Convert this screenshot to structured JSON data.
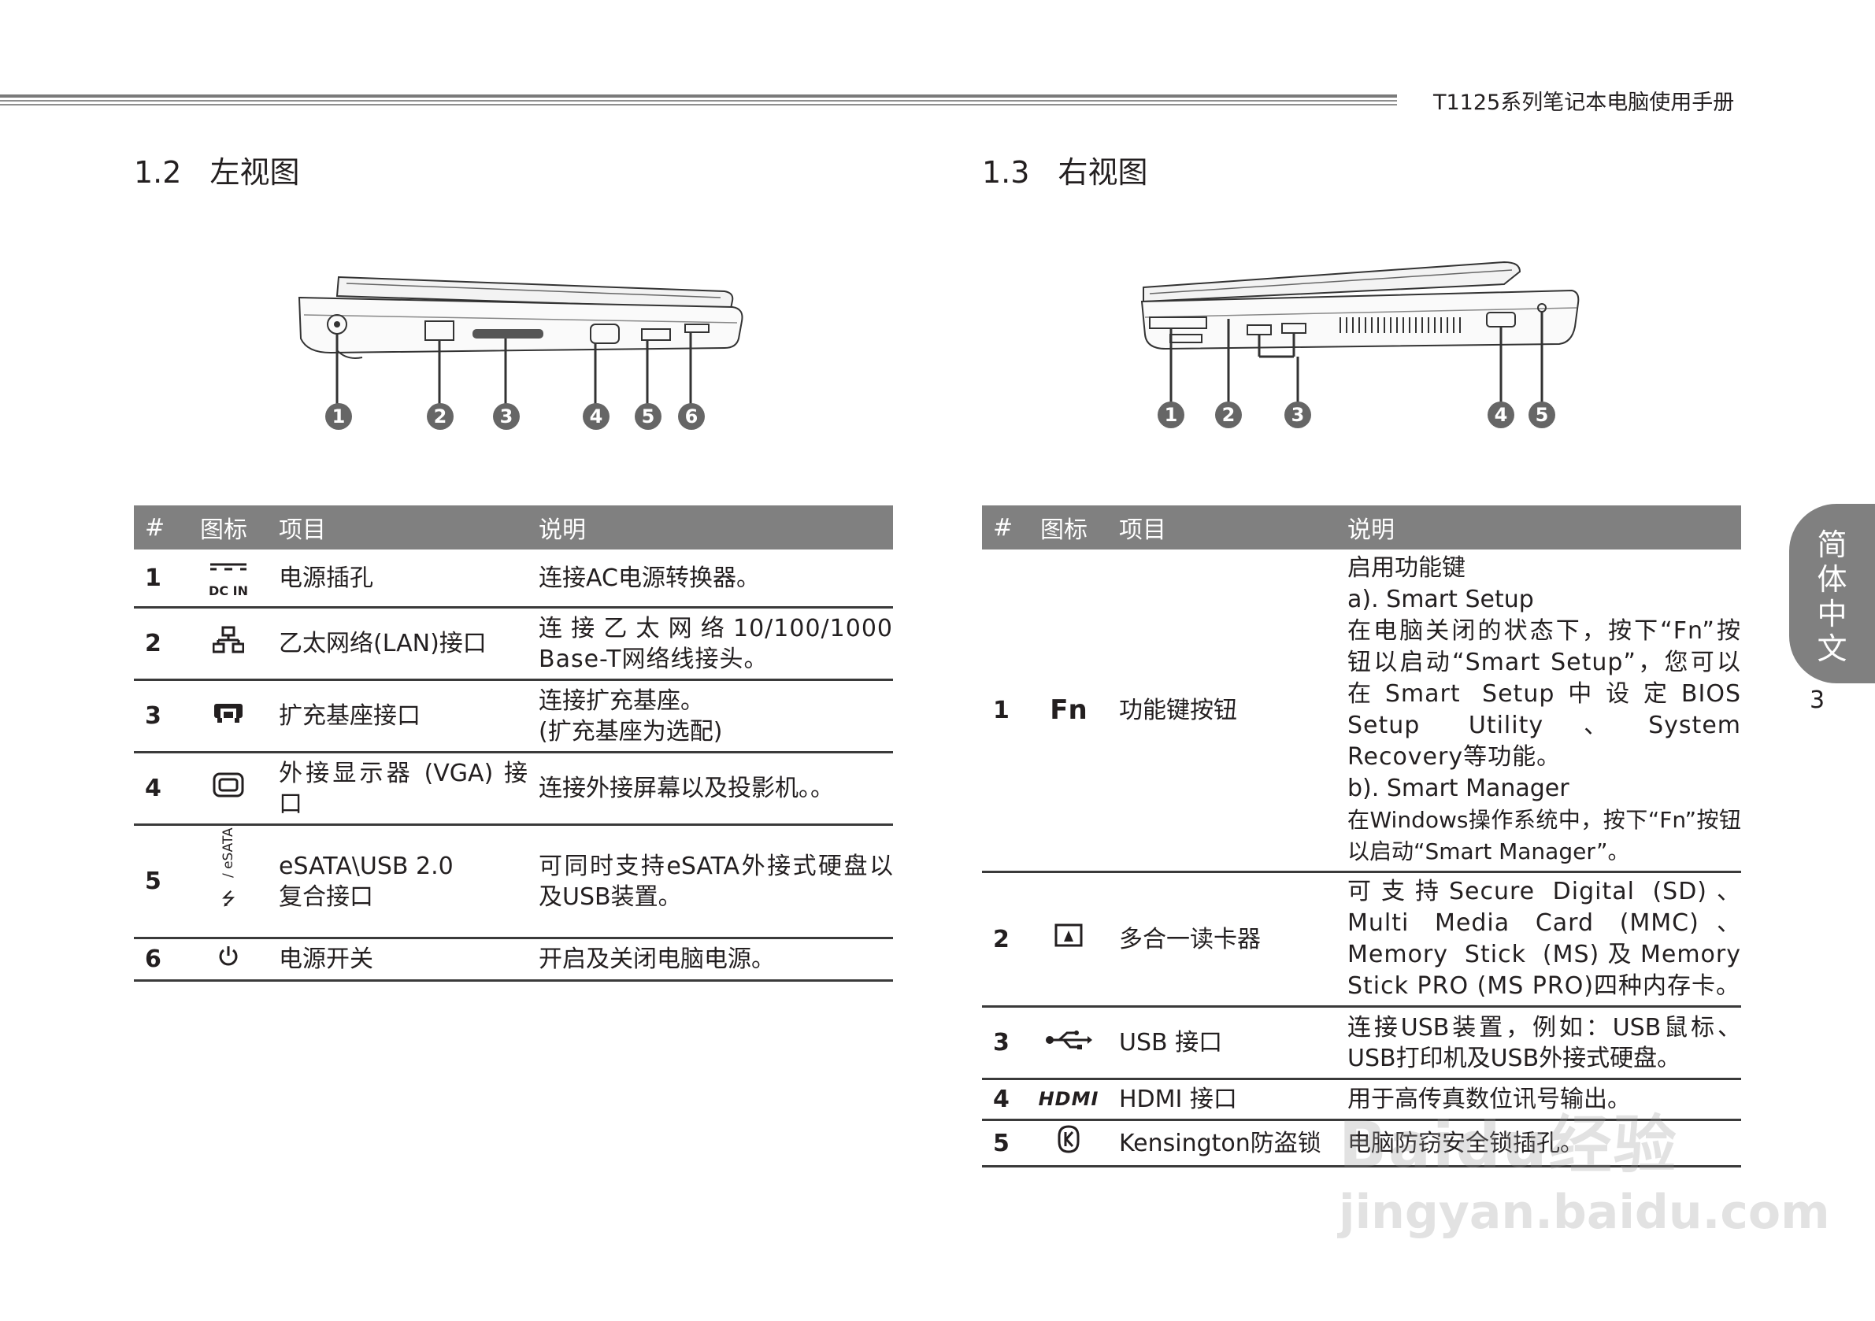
{
  "header": {
    "manual_title": "T1125系列笔记本电脑使用手册"
  },
  "left_section": {
    "number": "1.2",
    "title": "左视图",
    "callouts": [
      "1",
      "2",
      "3",
      "4",
      "5",
      "6"
    ],
    "columns": [
      "#",
      "图标",
      "项目",
      "说明"
    ],
    "rows": [
      {
        "num": "1",
        "icon": "dc-in-icon",
        "item": "电源插孔",
        "desc": "连接AC电源转换器。"
      },
      {
        "num": "2",
        "icon": "lan-icon",
        "item": "乙太网络(LAN)接口",
        "desc": "连接乙太网络10/100/1000 Base-T网络线接头。"
      },
      {
        "num": "3",
        "icon": "dock-icon",
        "item": "扩充基座接口",
        "desc": "连接扩充基座。",
        "desc2": "(扩充基座为选配)"
      },
      {
        "num": "4",
        "icon": "vga-icon",
        "item": "外接显示器 (VGA) 接口",
        "desc": "连接外接屏幕以及投影机。。"
      },
      {
        "num": "5",
        "icon": "esata-usb-icon",
        "item": "eSATA\\USB 2.0",
        "item2": "复合接口",
        "desc": "可同时支持eSATA外接式硬盘以及USB装置。"
      },
      {
        "num": "6",
        "icon": "power-icon",
        "item": "电源开关",
        "desc": "开启及关闭电脑电源。"
      }
    ],
    "icon_labels": {
      "dc_in": "DC IN",
      "esata": "/ eSATA"
    }
  },
  "right_section": {
    "number": "1.3",
    "title": "右视图",
    "callouts": [
      "1",
      "2",
      "3",
      "4",
      "5"
    ],
    "columns": [
      "#",
      "图标",
      "项目",
      "说明"
    ],
    "rows": [
      {
        "num": "1",
        "icon_text": "Fn",
        "item": "功能键按钮",
        "desc_lines": [
          "启用功能键",
          "a). Smart Setup",
          "在电脑关闭的状态下，按下“Fn”按钮以启动“Smart Setup”，您可以在Smart Setup中设定BIOS Setup Utility、System Recovery等功能。",
          "b). Smart Manager",
          "在Windows操作系统中，按下“Fn”按钮以启动“Smart Manager”。"
        ]
      },
      {
        "num": "2",
        "icon": "card-reader-icon",
        "item": "多合一读卡器",
        "desc": "可支持Secure Digital (SD)、Multi Media Card (MMC)、Memory Stick (MS)及Memory Stick PRO (MS PRO)四种内存卡。"
      },
      {
        "num": "3",
        "icon": "usb-icon",
        "item": "USB 接口",
        "desc": "连接USB装置，例如：USB鼠标、USB打印机及USB外接式硬盘。"
      },
      {
        "num": "4",
        "icon_text": "HDMI",
        "item": "HDMI 接口",
        "desc": "用于高传真数位讯号输出。"
      },
      {
        "num": "5",
        "icon": "kensington-icon",
        "item": "Kensington防盗锁",
        "desc": "电脑防窃安全锁插孔。"
      }
    ]
  },
  "side_tab": {
    "lang": [
      "简",
      "体",
      "中",
      "文"
    ],
    "page": "3"
  },
  "watermark": {
    "line1": "Baidu经验",
    "line2": "jingyan.baidu.com"
  }
}
